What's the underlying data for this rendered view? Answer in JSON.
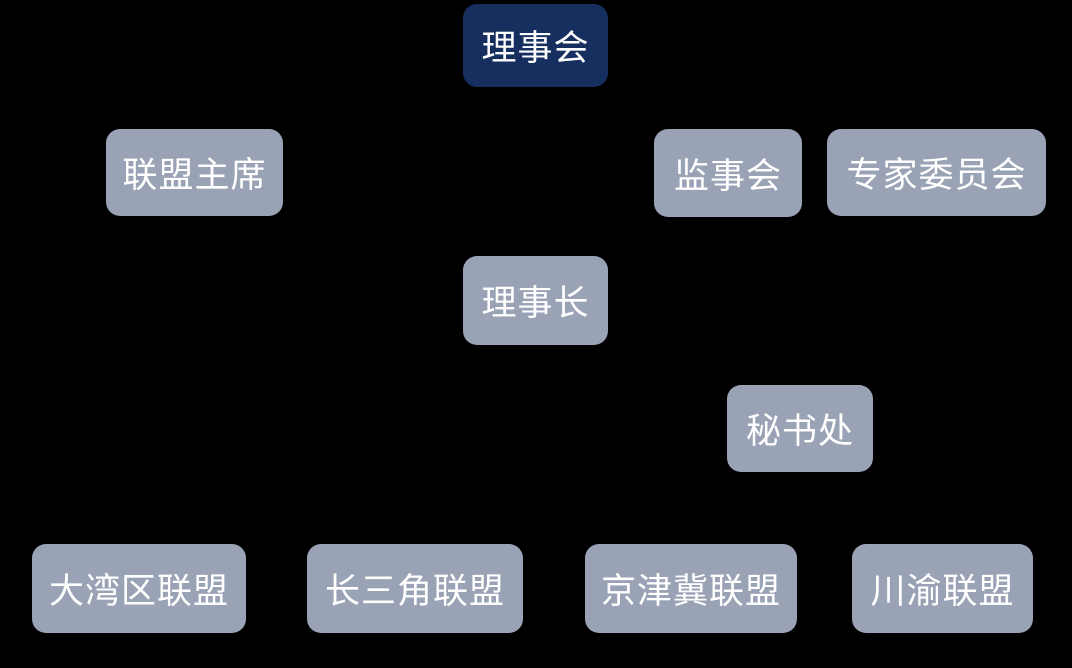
{
  "diagram": {
    "type": "org-chart",
    "background": "#000000",
    "colors": {
      "primary": "#162f5e",
      "secondary": "#9aa2b5",
      "text": "#ffffff"
    },
    "nodes": [
      {
        "id": "board",
        "label": "理事会",
        "level": 1,
        "style": "primary"
      },
      {
        "id": "alliance-chairman",
        "label": "联盟主席",
        "level": 2,
        "style": "secondary"
      },
      {
        "id": "supervisory-board",
        "label": "监事会",
        "level": 2,
        "style": "secondary"
      },
      {
        "id": "expert-committee",
        "label": "专家委员会",
        "level": 2,
        "style": "secondary"
      },
      {
        "id": "council-president",
        "label": "理事长",
        "level": 3,
        "style": "secondary"
      },
      {
        "id": "secretariat",
        "label": "秘书处",
        "level": 4,
        "style": "secondary"
      },
      {
        "id": "bay-area",
        "label": "大湾区联盟",
        "level": 5,
        "style": "secondary"
      },
      {
        "id": "yangtze-delta",
        "label": "长三角联盟",
        "level": 5,
        "style": "secondary"
      },
      {
        "id": "jingjinji",
        "label": "京津冀联盟",
        "level": 5,
        "style": "secondary"
      },
      {
        "id": "chuanyu",
        "label": "川渝联盟",
        "level": 5,
        "style": "secondary"
      }
    ]
  }
}
